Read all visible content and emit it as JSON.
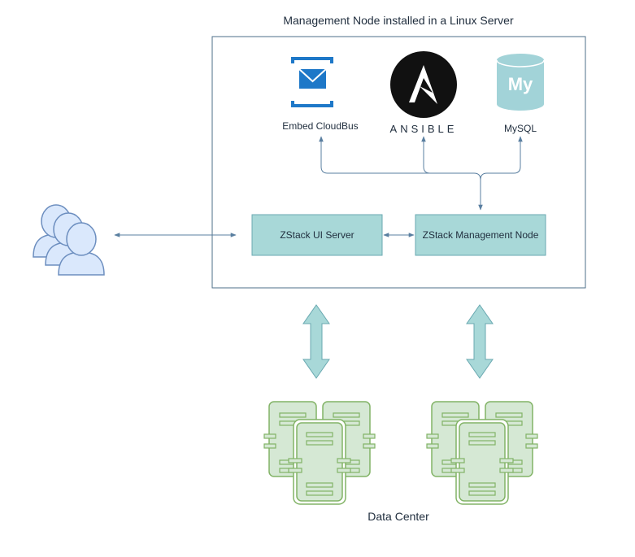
{
  "diagram": {
    "container_title": "Management Node installed in a Linux Server",
    "components": {
      "cloudbus": {
        "label": "Embed CloudBus",
        "icon": "envelope-icon"
      },
      "ansible": {
        "label": "ANSIBLE",
        "icon": "ansible-logo-icon"
      },
      "mysql": {
        "label": "MySQL",
        "icon": "database-cylinder-icon",
        "glyph": "My"
      },
      "ui_server": {
        "label": "ZStack UI Server"
      },
      "mgmt_node": {
        "label": "ZStack Management Node"
      }
    },
    "users_icon": "users-group-icon",
    "server_icon": "server-rack-icon",
    "data_center_label": "Data Center"
  },
  "colors": {
    "container_border": "#4e6f8a",
    "connector": "#5a7fa0",
    "node_fill": "#a8d8d8",
    "node_border": "#6aa9b1",
    "users_fill": "#dae8fc",
    "users_stroke": "#6c8ebf",
    "server_fill": "#d5e8d4",
    "server_stroke": "#82b366",
    "big_arrow_fill": "#a8d8d8",
    "big_arrow_stroke": "#6aa9b1",
    "cloudbus_blue": "#1e78c8",
    "mysql_teal": "#a2d3d8"
  }
}
